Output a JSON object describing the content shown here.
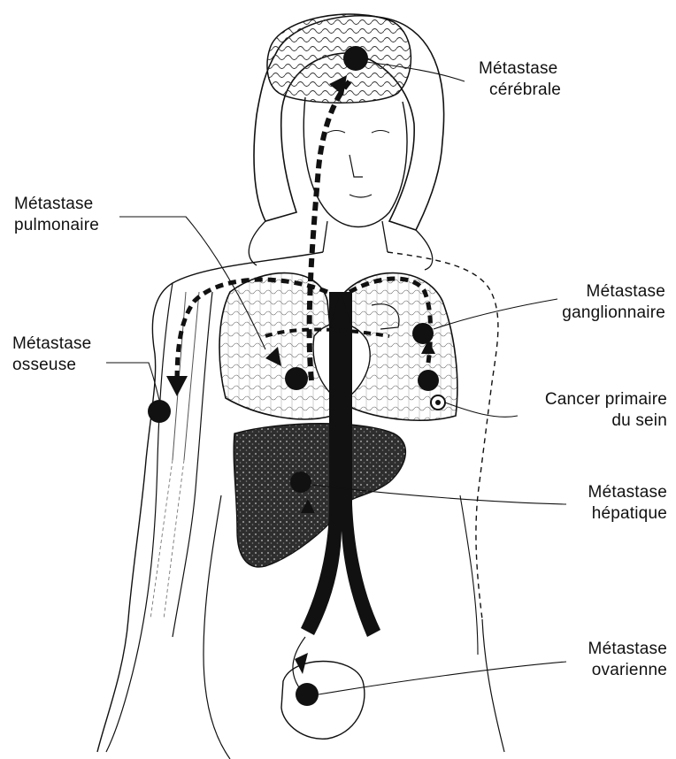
{
  "colors": {
    "ink": "#111111",
    "paper": "#ffffff",
    "tissue": "#3a3a3a"
  },
  "labels": {
    "brain": {
      "line1": "Métastase",
      "line2": "cérébrale"
    },
    "lung": {
      "line1": "Métastase",
      "line2": "pulmonaire"
    },
    "node": {
      "line1": "Métastase",
      "line2": "ganglionnaire"
    },
    "bone": {
      "line1": "Métastase",
      "line2": "osseuse"
    },
    "breast": {
      "line1": "Cancer primaire",
      "line2": "du sein"
    },
    "liver": {
      "line1": "Métastase",
      "line2": "hépatique"
    },
    "ovary": {
      "line1": "Métastase",
      "line2": "ovarienne"
    }
  }
}
